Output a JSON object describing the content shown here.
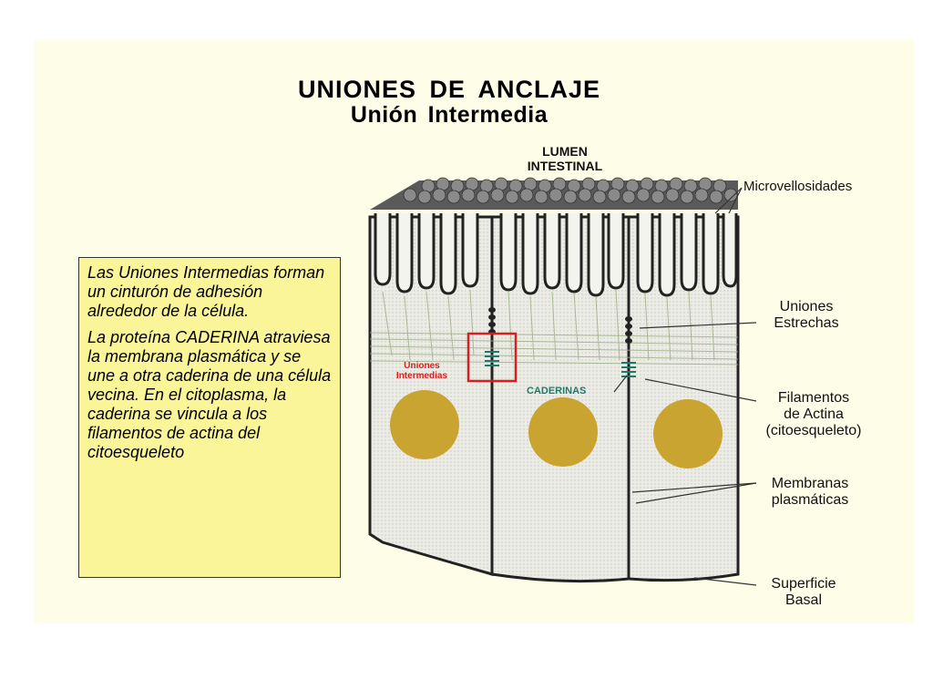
{
  "title": {
    "line1": "UNIONES  DE  ANCLAJE",
    "line2": "Unión  Intermedia"
  },
  "lumen_label": {
    "line1": "LUMEN",
    "line2": "INTESTINAL"
  },
  "info_box": {
    "paragraph1": "Las Uniones Intermedias forman un cinturón de adhesión alrededor de la célula.",
    "paragraph2": "La proteína CADERINA atraviesa la membrana plasmática y se une a otra caderina de una célula vecina.  En el citoplasma, la caderina se vincula a los filamentos de actina del citoesqueleto"
  },
  "labels": {
    "microvellosidades": "Microvellosidades",
    "uniones_estrechas_1": "Uniones",
    "uniones_estrechas_2": "Estrechas",
    "filamentos_1": "Filamentos",
    "filamentos_2": "de Actina",
    "filamentos_3": "(citoesqueleto)",
    "membranas_1": "Membranas",
    "membranas_2": "plasmáticas",
    "superficie_1": "Superficie",
    "superficie_2": "Basal",
    "uniones_intermedias_1": "Uniones",
    "uniones_intermedias_2": "Intermedias",
    "caderinas": "CADERINAS"
  },
  "colors": {
    "slide_bg": "#fdfde8",
    "info_box_bg": "#fbf59a",
    "nucleus": "#c9a431",
    "highlight_box": "#d42020",
    "caderina_label": "#1f7a6a",
    "actin": "#9fb08a"
  }
}
